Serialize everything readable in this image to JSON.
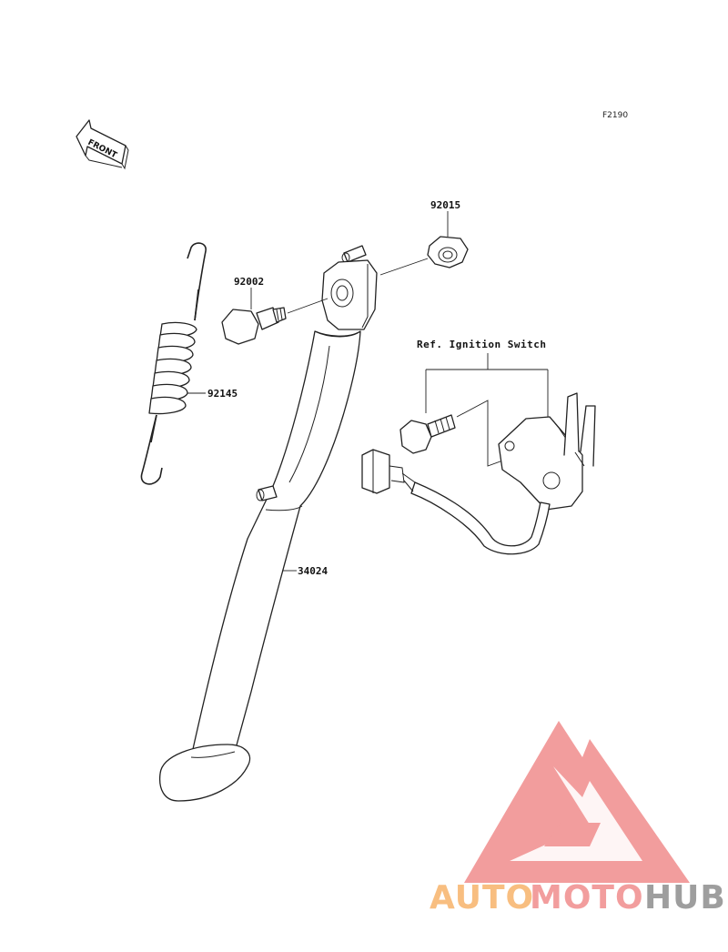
{
  "figure_id": "F2190",
  "front_label": "FRONT",
  "ref_label": "Ref. Ignition Switch",
  "callouts": {
    "nut": "92015",
    "bolt": "92002",
    "spring": "92145",
    "stand": "34024"
  },
  "watermark": {
    "part1": "AUTO",
    "part2": "MOTO",
    "part3": "HUB",
    "color_orange": "#f7b36a",
    "color_red": "#f08c8c",
    "color_gray": "#8e8e8e"
  }
}
